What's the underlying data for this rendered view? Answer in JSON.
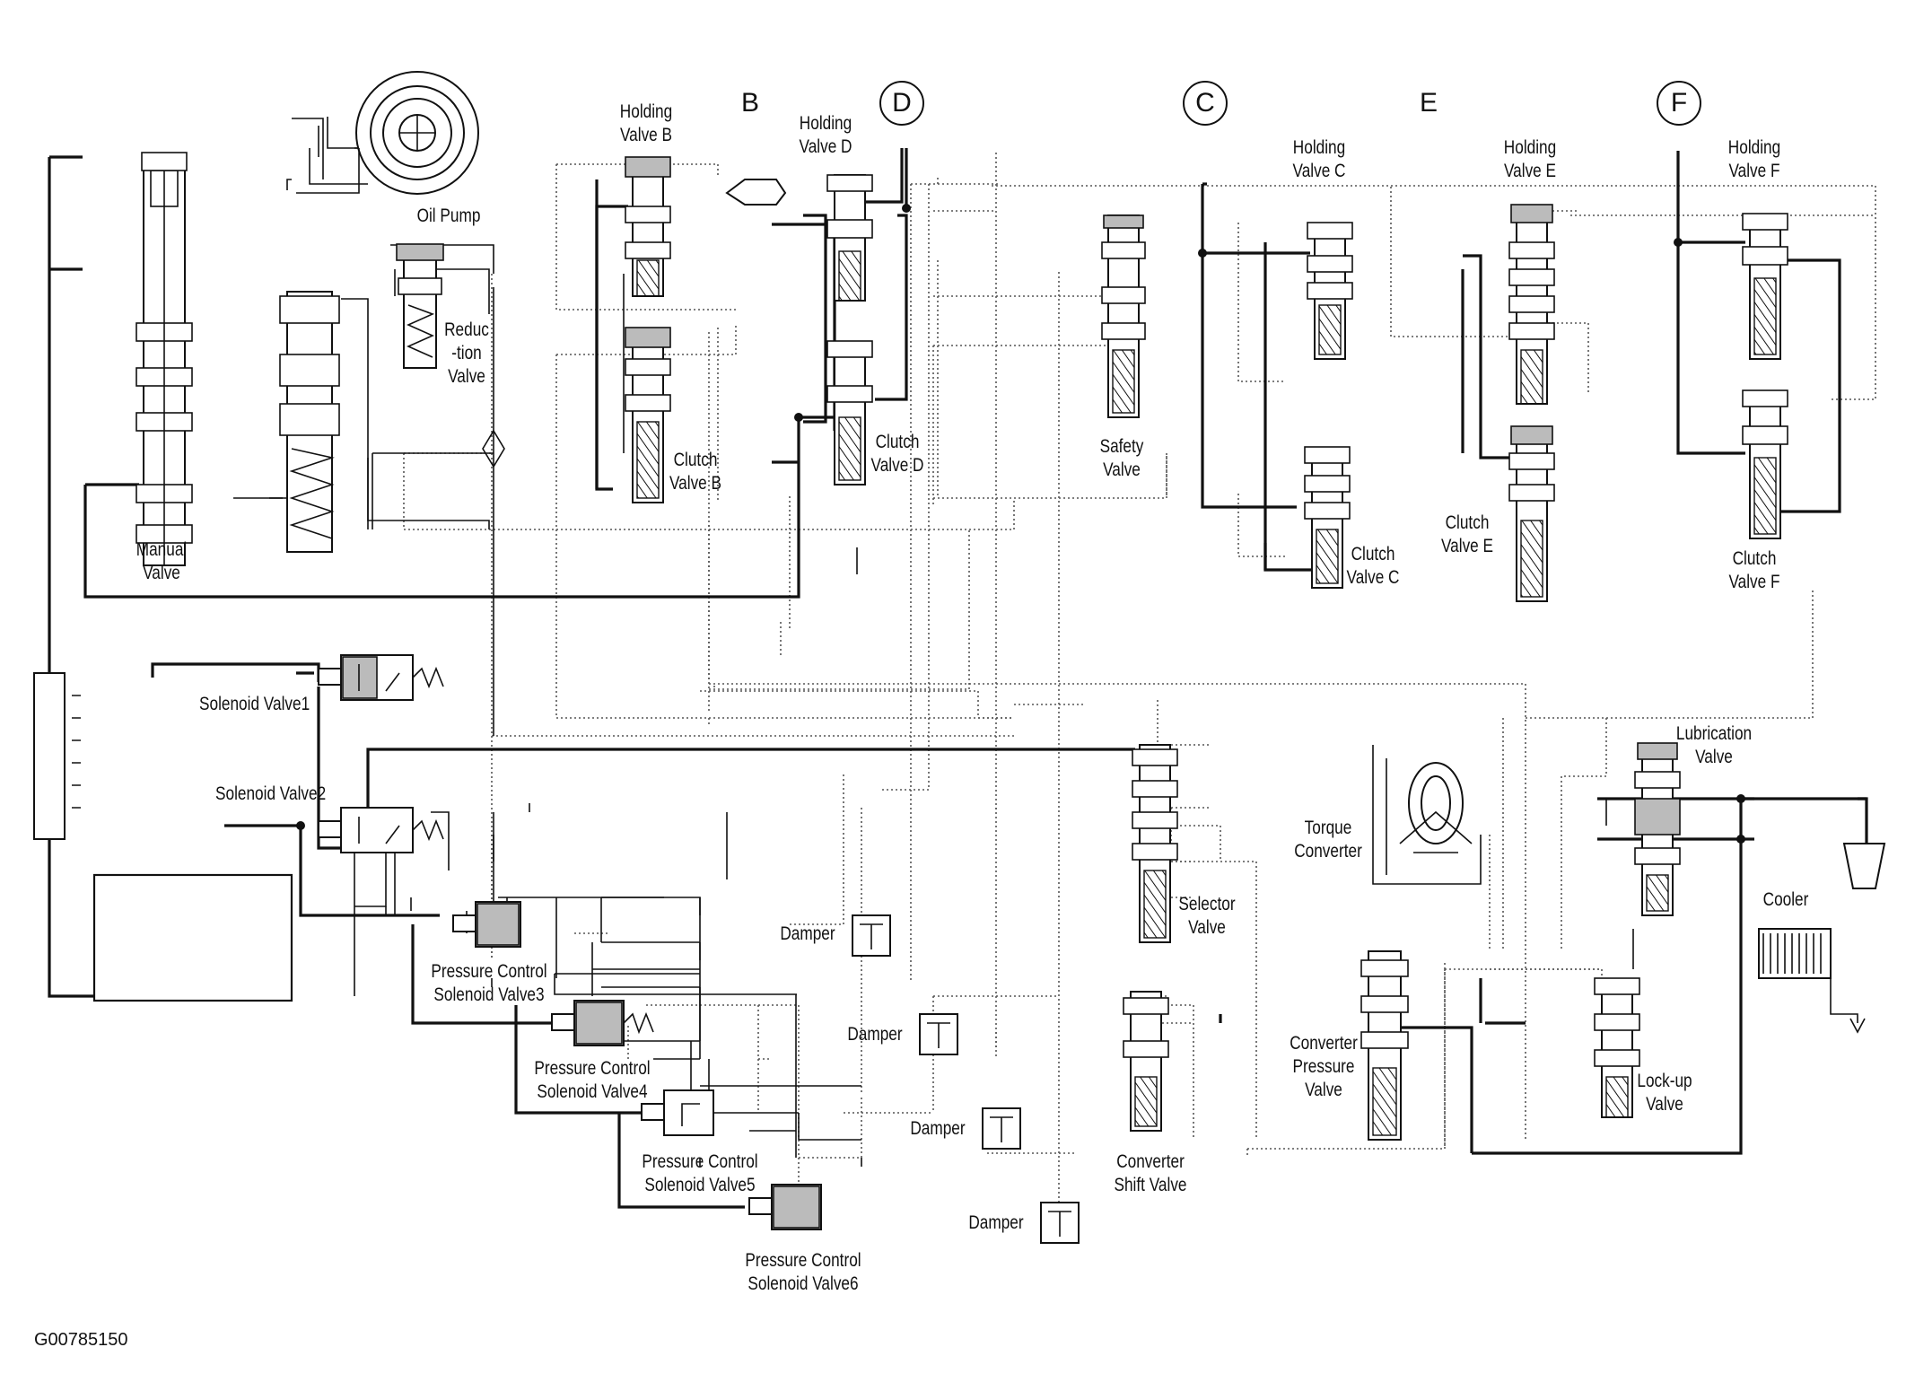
{
  "labels": {
    "oil_pump": "Oil Pump",
    "reduction_valve": "Reduc\n-tion\nValve",
    "manual_valve": "Manual\nValve",
    "holding_valve_b": "Holding\nValve B",
    "clutch_valve_b": "Clutch\nValve B",
    "holding_valve_d": "Holding\nValve D",
    "clutch_valve_d": "Clutch\nValve D",
    "safety_valve": "Safety\nValve",
    "holding_valve_c": "Holding\nValve C",
    "clutch_valve_c": "Clutch\nValve C",
    "holding_valve_e": "Holding\nValve E",
    "clutch_valve_e": "Clutch\nValve E",
    "holding_valve_f": "Holding\nValve F",
    "clutch_valve_f": "Clutch\nValve F",
    "solenoid_valve1": "Solenoid Valve1",
    "solenoid_valve2": "Solenoid Valve2",
    "pcsv3": "Pressure Control\nSolenoid Valve3",
    "pcsv4": "Pressure Control\nSolenoid Valve4",
    "pcsv5": "Pressure Control\nSolenoid Valve5",
    "pcsv6": "Pressure Control\nSolenoid Valve6",
    "damper1": "Damper",
    "damper2": "Damper",
    "damper3": "Damper",
    "damper4": "Damper",
    "selector_valve": "Selector\nValve",
    "converter_shift_valve": "Converter\nShift Valve",
    "torque_converter": "Torque\nConverter",
    "converter_pressure_valve": "Converter\nPressure\nValve",
    "lubrication_valve": "Lubrication\nValve",
    "lockup_valve": "Lock-up\nValve",
    "cooler": "Cooler"
  },
  "clutch_letters": {
    "b": "B",
    "d": "D",
    "c": "C",
    "e": "E",
    "f": "F"
  },
  "figure_id": "G00785150"
}
